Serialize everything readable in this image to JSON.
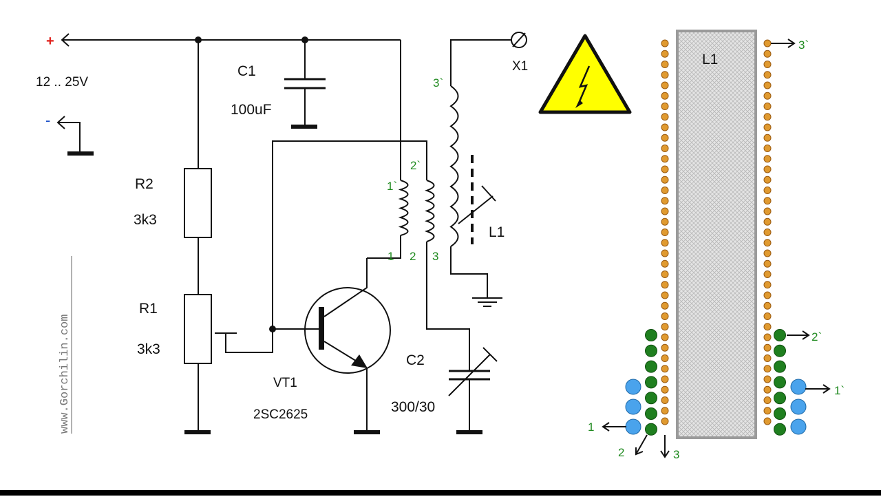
{
  "supply": {
    "plus": "+",
    "minus": "-",
    "voltage": "12 .. 25V"
  },
  "components": {
    "c1": {
      "ref": "C1",
      "value": "100uF"
    },
    "c2": {
      "ref": "C2",
      "value": "300/30"
    },
    "r1": {
      "ref": "R1",
      "value": "3k3"
    },
    "r2": {
      "ref": "R2",
      "value": "3k3"
    },
    "vt1": {
      "ref": "VT1",
      "value": "2SC2625"
    },
    "l1": {
      "ref": "L1"
    },
    "x1": {
      "ref": "X1"
    }
  },
  "pins": {
    "p1": "1",
    "p2": "2",
    "p3": "3",
    "p1t": "1`",
    "p2t": "2`",
    "p3t": "3`"
  },
  "watermark": "www.Gorchilin.com",
  "colors": {
    "plus": "#e0201b",
    "minus": "#1a50c8",
    "pin_label": "#1f8a1f",
    "winding3": "#e09a30",
    "winding2": "#1f7f1f",
    "winding1": "#4aa3ec",
    "warning_fill": "#ffff00",
    "core_border": "#9a9a9a"
  },
  "icons": [
    "high-voltage-warning-icon"
  ]
}
